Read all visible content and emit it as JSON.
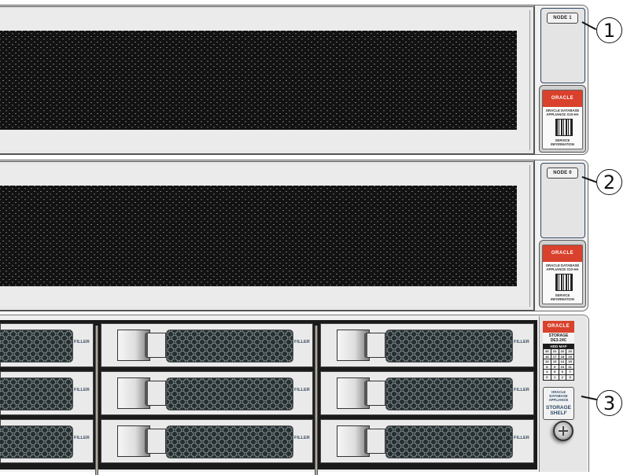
{
  "nodes": [
    {
      "label": "NODE 1",
      "callout": "1",
      "service_card": {
        "brand": "ORACLE",
        "title_line1": "ORACLE DATABASE",
        "title_line2": "APPLIANCE X10-HA",
        "footer_line1": "SERVICE",
        "footer_line2": "INFORMATION",
        "qr_icon": "qr-code"
      }
    },
    {
      "label": "NODE 0",
      "callout": "2",
      "service_card": {
        "brand": "ORACLE",
        "title_line1": "ORACLE DATABASE",
        "title_line2": "APPLIANCE X10-HA",
        "footer_line1": "SERVICE",
        "footer_line2": "INFORMATION",
        "qr_icon": "qr-code"
      }
    }
  ],
  "storage_shelf": {
    "callout": "3",
    "brand": "ORACLE",
    "model_line1": "STORAGE",
    "model_line2": "DE3-24C",
    "hdd_map_title": "HDD MAP",
    "hdd_map_rows": [
      [
        "20",
        "21",
        "22",
        "23"
      ],
      [
        "16",
        "17",
        "18",
        "19"
      ],
      [
        "12",
        "13",
        "14",
        "15"
      ],
      [
        "8",
        "9",
        "10",
        "11"
      ],
      [
        "4",
        "5",
        "6",
        "7"
      ],
      [
        "0",
        "1",
        "2",
        "3"
      ]
    ],
    "label_line1": "ORACLE",
    "label_line2": "DATABASE",
    "label_line3": "APPLIANCE",
    "label_line4": "STORAGE",
    "label_line5": "SHELF",
    "screw_icon": "thumbscrew",
    "drive_filler_label": "FILLER",
    "columns": 3,
    "rows": 3
  },
  "colors": {
    "oracle_red": "#d9412c",
    "label_blue": "#2f4a6a",
    "grille_hole": "#121212",
    "mesh_dark": "#263032"
  }
}
